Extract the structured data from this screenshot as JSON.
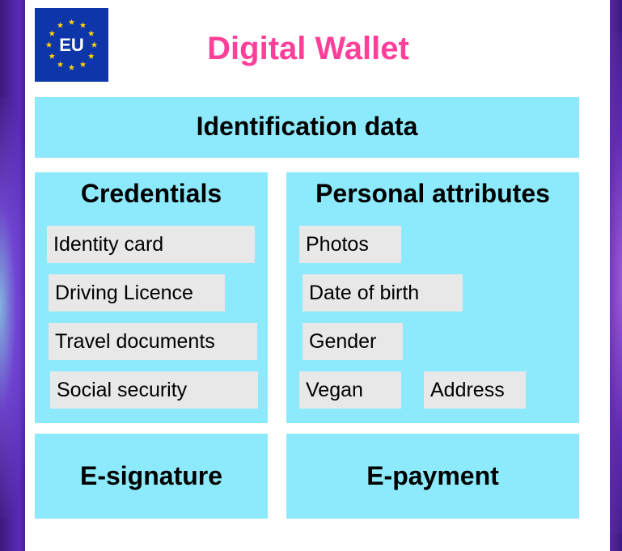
{
  "logo": {
    "text": "EU"
  },
  "title": "Digital Wallet",
  "identification": {
    "label": "Identification data"
  },
  "credentials": {
    "heading": "Credentials",
    "items": [
      "Identity card",
      "Driving Licence",
      "Travel documents",
      "Social security"
    ]
  },
  "personal": {
    "heading": "Personal attributes",
    "items": [
      "Photos",
      "Date of birth",
      "Gender",
      "Vegan",
      "Address"
    ]
  },
  "esignature": {
    "label": "E-signature"
  },
  "epayment": {
    "label": "E-payment"
  },
  "colors": {
    "title": "#ff3f9a",
    "panel": "#8deafc",
    "item": "#e8e8e8",
    "logo_bg": "#0f36a8",
    "logo_stars": "#ffd200"
  }
}
